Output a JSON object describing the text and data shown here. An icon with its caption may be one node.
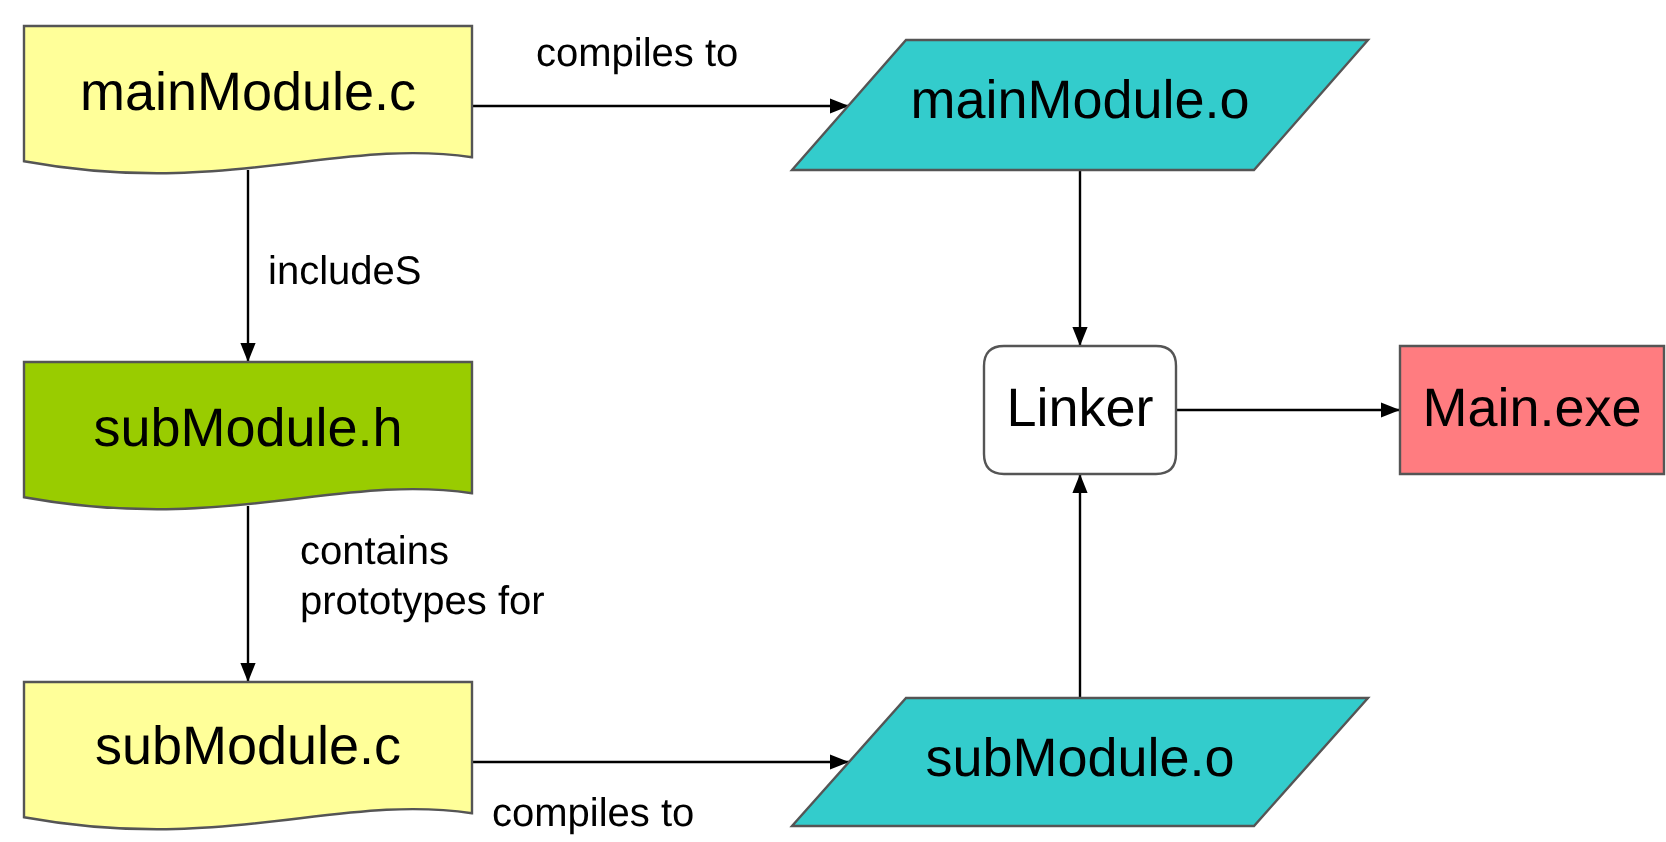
{
  "diagram": {
    "nodes": [
      {
        "text": [
          "mainModule.c"
        ]
      },
      {
        "text": [
          "mainModule.o"
        ]
      },
      {
        "text": [
          "subModule.h"
        ]
      },
      {
        "text": [
          "Linker"
        ]
      },
      {
        "text": [
          "Main.exe"
        ]
      },
      {
        "text": [
          "subModule.c"
        ]
      },
      {
        "text": [
          "subModule.o"
        ]
      }
    ],
    "edges": [
      {
        "from": 0,
        "to": 1,
        "arrow": "to",
        "label": "compiles to"
      },
      {
        "from": 0,
        "to": 2,
        "arrow": "to",
        "label": "includeS"
      },
      {
        "from": 2,
        "to": 5,
        "arrow": "to",
        "label": "contains prototypes for"
      },
      {
        "from": 5,
        "to": 6,
        "arrow": "to",
        "label": "compiles to"
      },
      {
        "from": 1,
        "to": 3,
        "arrow": "to"
      },
      {
        "from": 6,
        "to": 3,
        "arrow": "to"
      },
      {
        "from": 3,
        "to": 4,
        "arrow": "to"
      }
    ]
  }
}
